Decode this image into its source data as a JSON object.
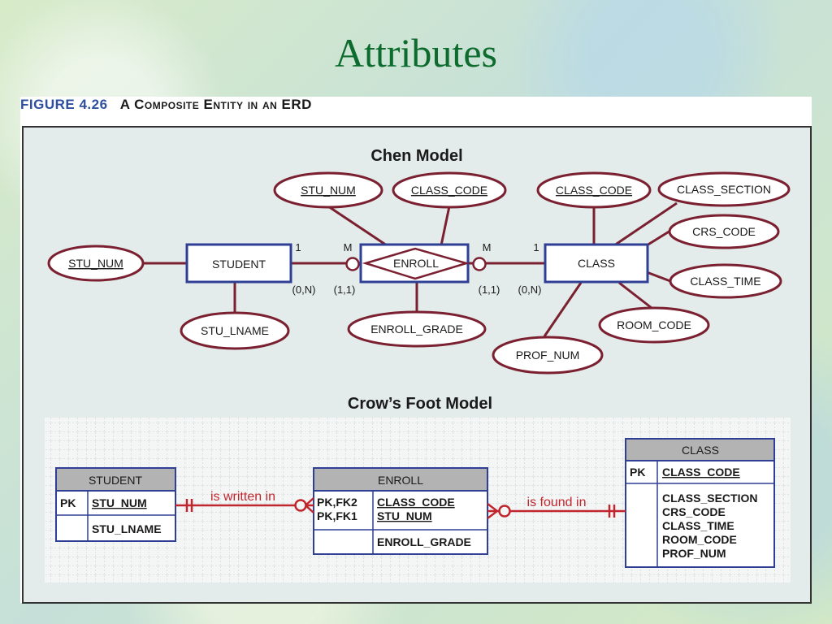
{
  "slide": {
    "title": "Attributes"
  },
  "figure": {
    "number": "FIGURE 4.26",
    "caption": "A Composite Entity in an ERD"
  },
  "chen": {
    "title": "Chen Model",
    "entities": {
      "student": "STUDENT",
      "enroll": "ENROLL",
      "class": "CLASS"
    },
    "attributes": {
      "student_stu_num": "STU_NUM",
      "student_stu_lname": "STU_LNAME",
      "enroll_stu_num": "STU_NUM",
      "enroll_class_code": "CLASS_CODE",
      "enroll_grade": "ENROLL_GRADE",
      "class_class_code": "CLASS_CODE",
      "class_section": "CLASS_SECTION",
      "crs_code": "CRS_CODE",
      "class_time": "CLASS_TIME",
      "room_code": "ROOM_CODE",
      "prof_num": "PROF_NUM"
    },
    "cardinality": {
      "student_one": "1",
      "enroll_m_left": "M",
      "enroll_m_right": "M",
      "class_one": "1",
      "student_range": "(0,N)",
      "enroll_left_range": "(1,1)",
      "enroll_right_range": "(1,1)",
      "class_range": "(0,N)"
    }
  },
  "crows": {
    "title": "Crow’s Foot Model",
    "student": {
      "name": "STUDENT",
      "pk_key": "PK",
      "pk_attr": "STU_NUM",
      "attr": "STU_LNAME"
    },
    "enroll": {
      "name": "ENROLL",
      "key1": "PK,FK2",
      "key2": "PK,FK1",
      "attr1": "CLASS_CODE",
      "attr2": "STU_NUM",
      "attr3": "ENROLL_GRADE"
    },
    "class": {
      "name": "CLASS",
      "pk_key": "PK",
      "pk_attr": "CLASS_CODE",
      "attrs": [
        "CLASS_SECTION",
        "CRS_CODE",
        "CLASS_TIME",
        "ROOM_CODE",
        "PROF_NUM"
      ]
    },
    "relations": {
      "written": "is written in",
      "found": "is found in"
    }
  },
  "colors": {
    "ellipse": "#7a2030",
    "entity": "#2e3f95",
    "relation_text": "#c0262d",
    "header": "#b3b3b3"
  }
}
